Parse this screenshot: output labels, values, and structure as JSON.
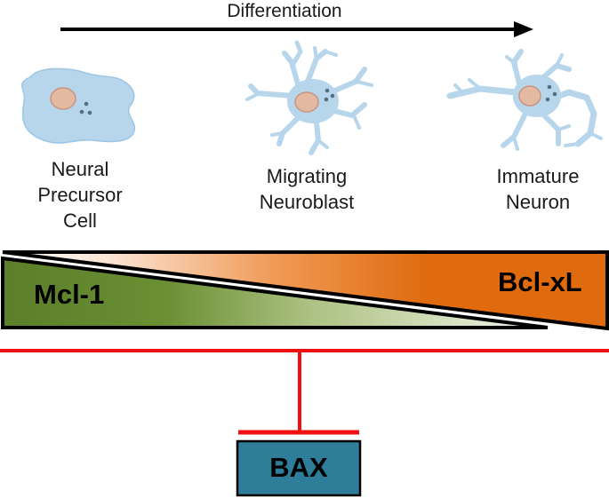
{
  "colors": {
    "cell_fill": "#b7d6ec",
    "cell_stroke": "#8fbfe0",
    "nucleus_fill": "#e3b9a2",
    "mcl1_green": "#5b7f2a",
    "bclxl_orange": "#e06b0f",
    "inhibition_red": "#ef1111",
    "bax_fill": "#2e7d99"
  },
  "arrow": {
    "label": "Differentiation"
  },
  "stages": [
    {
      "icon": "precursor-cell-icon",
      "lines": [
        "Neural",
        "Precursor",
        "Cell"
      ]
    },
    {
      "icon": "neuroblast-cell-icon",
      "lines": [
        "Migrating",
        "Neuroblast"
      ]
    },
    {
      "icon": "immature-neuron-icon",
      "lines": [
        "Immature",
        "Neuron"
      ]
    }
  ],
  "gradients": {
    "left": {
      "label": "Mcl-1"
    },
    "right": {
      "label": "Bcl-xL"
    }
  },
  "target": {
    "label": "BAX"
  }
}
